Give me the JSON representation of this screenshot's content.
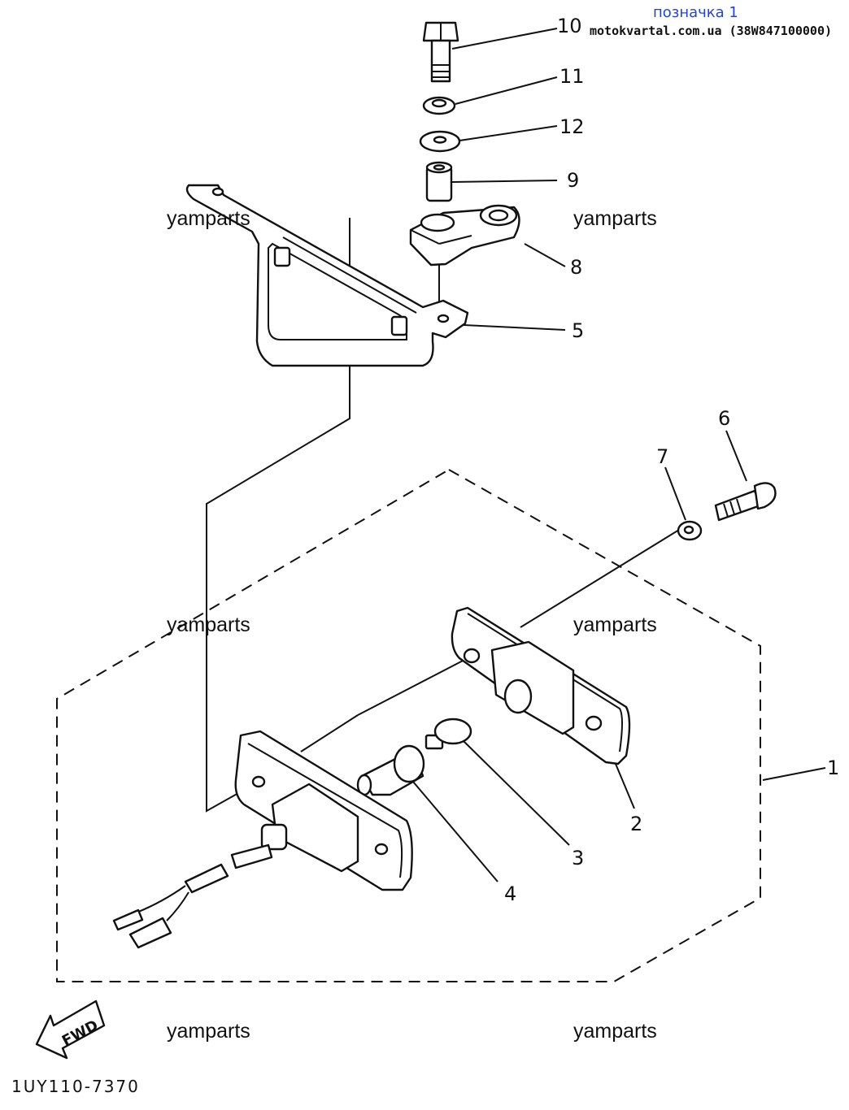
{
  "header": {
    "title": "позначка 1",
    "subtitle": "motokvartal.com.ua (38W847100000)"
  },
  "diagram_code": "1UY110-7370",
  "fwd_label": "FWD",
  "watermarks": [
    "yamparts",
    "yamparts",
    "yamparts",
    "yamparts",
    "yamparts",
    "yamparts"
  ],
  "part_numbers": [
    "1",
    "2",
    "3",
    "4",
    "5",
    "6",
    "7",
    "8",
    "9",
    "10",
    "11",
    "12"
  ]
}
